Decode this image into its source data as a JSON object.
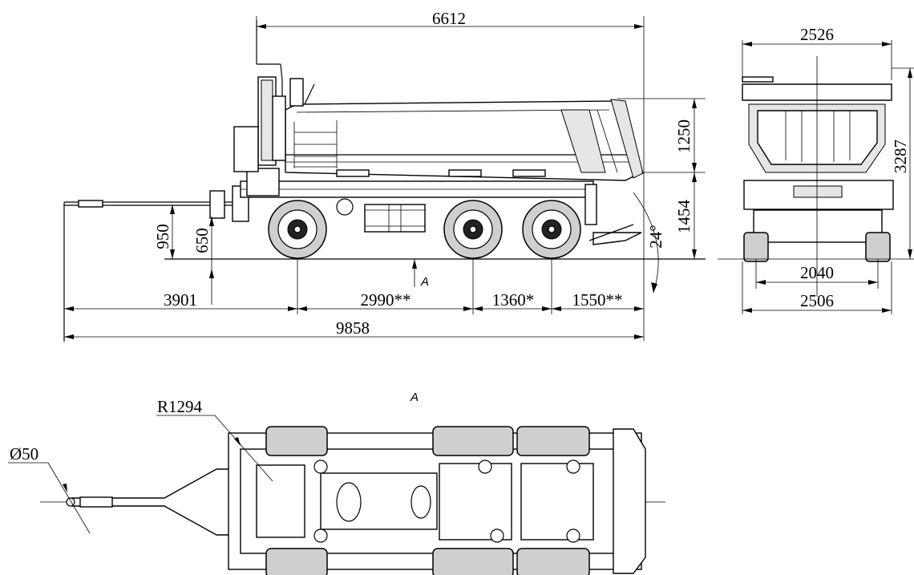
{
  "side_view": {
    "dims": {
      "overall_body_length": "6612",
      "drawbar_to_axle": "3901",
      "axle1_to_axle2": "2990**",
      "axle2_to_axle3": "1360*",
      "axle3_to_rear": "1550**",
      "overall_length": "9858",
      "body_height": "1250",
      "platform_height": "1454",
      "drawbar_height": "950",
      "coupling_height": "650",
      "tipping_angle": "24°"
    },
    "view_label": "A"
  },
  "rear_view": {
    "dims": {
      "body_width": "2526",
      "overall_height": "3287",
      "track": "2040",
      "overall_width": "2506"
    }
  },
  "top_view": {
    "view_label": "A",
    "dims": {
      "drawbar_radius": "R1294",
      "eye_diameter": "Ø50"
    }
  }
}
